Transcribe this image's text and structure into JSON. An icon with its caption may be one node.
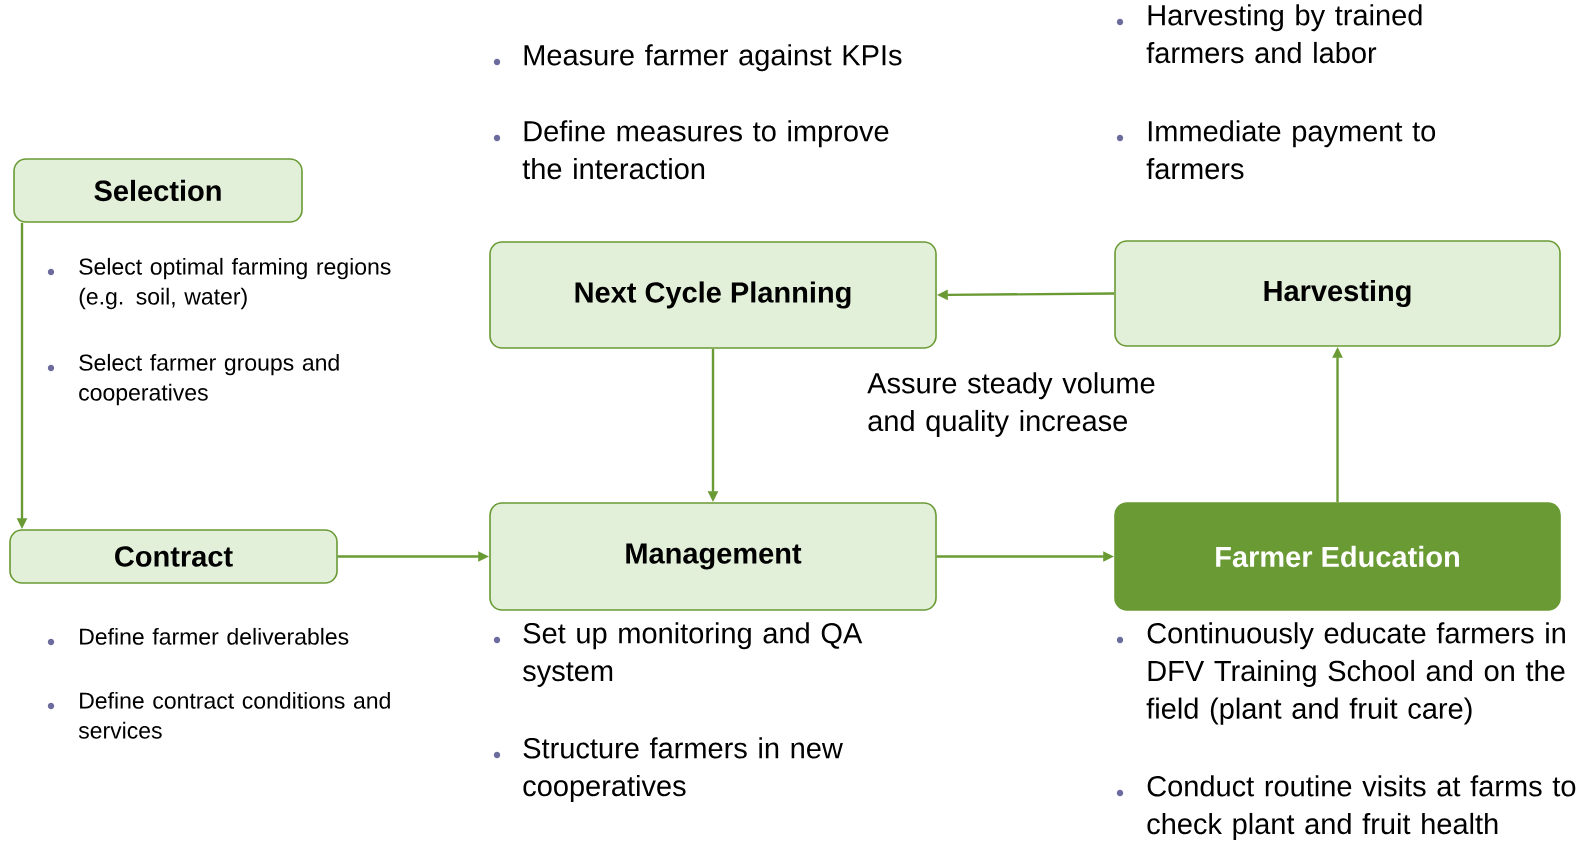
{
  "diagram": {
    "nodes": [
      {
        "text": [
          "Selection"
        ],
        "beside": [
          "Select optimal farming regions (e.g. soil, water)",
          "Select farmer groups and cooperatives"
        ]
      },
      {
        "text": [
          "Contract"
        ],
        "beside": [
          "Define farmer deliverables",
          "Define contract conditions and  services"
        ]
      },
      {
        "text": [
          "Next Cycle Planning"
        ],
        "beside": [
          "Measure farmer against KPIs",
          "Define measures to improve the interaction"
        ]
      },
      {
        "text": [
          "Harvesting"
        ],
        "beside": [
          "Harvesting by trained farmers and labor",
          "Immediate payment to farmers"
        ]
      },
      {
        "text": [
          "Management"
        ],
        "beside": [
          "Set up monitoring and QA system",
          "Structure farmers in new cooperatives"
        ]
      },
      {
        "text": [
          "Farmer Education"
        ],
        "beside": [
          "Continuously educate farmers in DFV Training School and on the field (plant and fruit care)",
          "Conduct routine visits at farms to check plant and fruit health"
        ]
      }
    ],
    "edges": [
      {
        "from": 0,
        "to": 1,
        "arrow": "to"
      },
      {
        "from": 1,
        "to": 4,
        "arrow": "to"
      },
      {
        "from": 2,
        "to": 4,
        "arrow": "to"
      },
      {
        "from": 4,
        "to": 5,
        "arrow": "to"
      },
      {
        "from": 5,
        "to": 3,
        "arrow": "to"
      },
      {
        "from": 3,
        "to": 2,
        "arrow": "to"
      }
    ],
    "labels": [
      "Assure steady volume and quality increase"
    ]
  }
}
